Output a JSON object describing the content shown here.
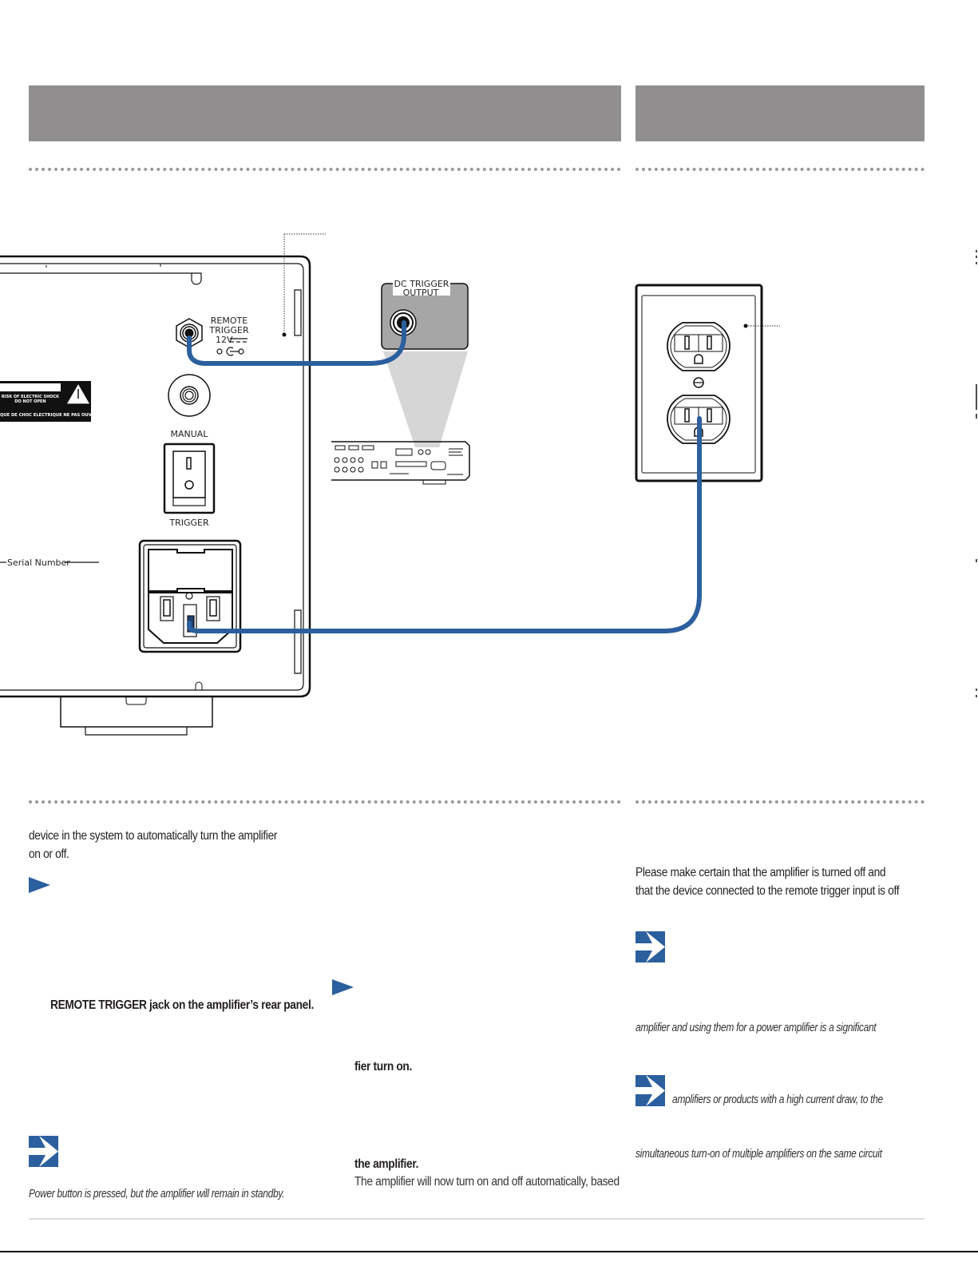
{
  "page": {
    "accent_color": "#2b5f9e",
    "header_bar_color": "#908e8e"
  },
  "diagram": {
    "amplifier": {
      "remote_trigger_label_line1": "REMOTE",
      "remote_trigger_label_line2": "TRIGGER",
      "remote_trigger_label_line3": "12V",
      "manual_label": "MANUAL",
      "trigger_label": "TRIGGER",
      "serial_number_label": "Serial Number",
      "warning_line1": "RISK OF ELECTRIC SHOCK",
      "warning_line2": "DO NOT OPEN",
      "warning_line3": "QUE DE CHOC ELECTRIQUE NE PAS OUVR"
    },
    "source_device": {
      "dc_trigger_line1": "DC TRIGGER",
      "dc_trigger_line2": "OUTPUT"
    },
    "wall_outlet": {}
  },
  "columns": {
    "left": {
      "intro_line1": "device in the system to automatically turn the amplifier",
      "intro_line2": "on or off.",
      "step_bold": "REMOTE TRIGGER jack on the amplifier’s rear panel.",
      "note_italic": "Power button is pressed, but the amplifier will remain in standby."
    },
    "middle": {
      "step_bold_1": "fier turn on.",
      "step_bold_2": "the amplifier.",
      "step_text": "The amplifier will now turn on and off automatically, based"
    },
    "right": {
      "intro_line1": "Please make certain that the amplifier is turned off and",
      "intro_line2": "that the device connected to the remote trigger input is off",
      "note1_italic": "amplifier and using them for a power amplifier is a significant",
      "note2_italic": "amplifiers or products with a high current draw, to the",
      "note3_italic": "simultaneous turn-on of multiple amplifiers on the same circuit"
    }
  }
}
